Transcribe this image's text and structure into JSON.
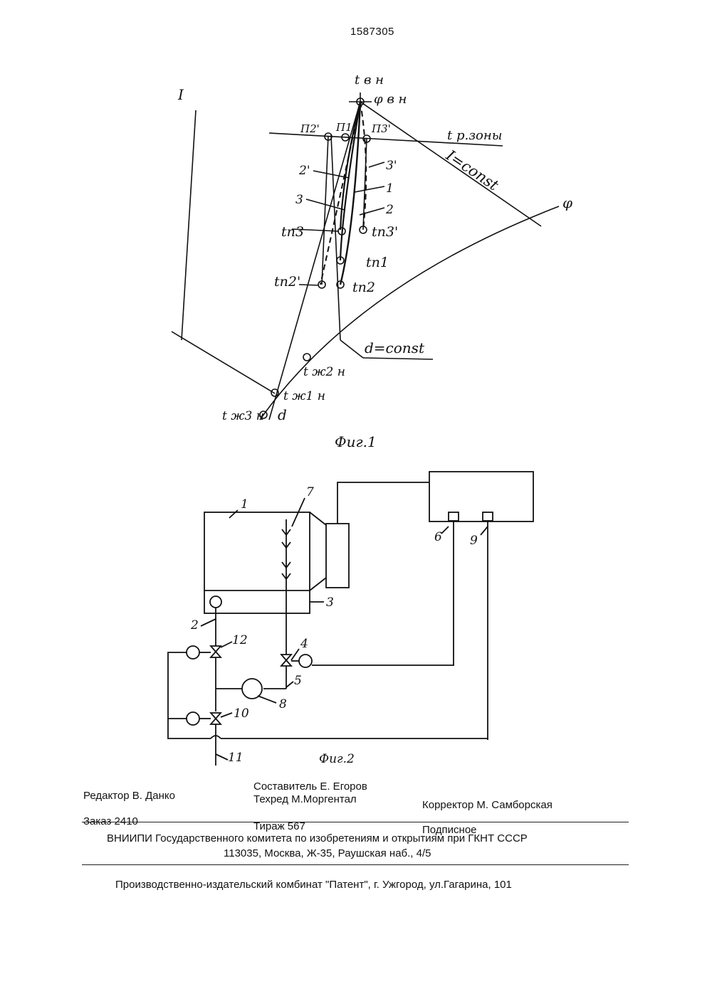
{
  "patent_number": "1587305",
  "figure1": {
    "caption": "Фиг.1",
    "axis_I": "I",
    "phi_curve": "φ",
    "line_I_const": "I=const",
    "line_d_const": "d=const",
    "line_tr_zone": "t р.зоны",
    "point_top": "t в н",
    "phi_top": "φ в н",
    "P2": "П2'",
    "P1": "П1",
    "P3": "П3'",
    "curve_2p": "2'",
    "curve_3p": "3'",
    "curve_3": "3",
    "curve_1": "1",
    "curve_2": "2",
    "t_p3": "tп3",
    "t_p3p": "tп3'",
    "t_p1": "tп1",
    "t_p2p": "tп2'",
    "t_p2": "tп2",
    "t_zh2": "t ж2 н",
    "t_zh1": "t ж1 н",
    "t_zh3": "t ж3 н",
    "d": "d"
  },
  "figure2": {
    "caption": "Фиг.2",
    "labels": [
      "1",
      "7",
      "3",
      "2",
      "12",
      "4",
      "5",
      "8",
      "10",
      "11",
      "6",
      "9"
    ]
  },
  "imprint": {
    "editor": "Редактор  В. Данко",
    "compiler": "Составитель  Е. Егоров",
    "techred": "Техред М.Моргентал",
    "corrector": "Корректор  М. Самборская",
    "order": "Заказ 2410",
    "circulation": "Тираж 567",
    "subscription": "Подписное",
    "org_line1": "ВНИИПИ Государственного комитета по изобретениям и открытиям при ГКНТ СССР",
    "org_line2": "113035, Москва, Ж-35, Раушская наб., 4/5",
    "publisher": "Производственно-издательский комбинат \"Патент\", г. Ужгород, ул.Гагарина, 101"
  }
}
